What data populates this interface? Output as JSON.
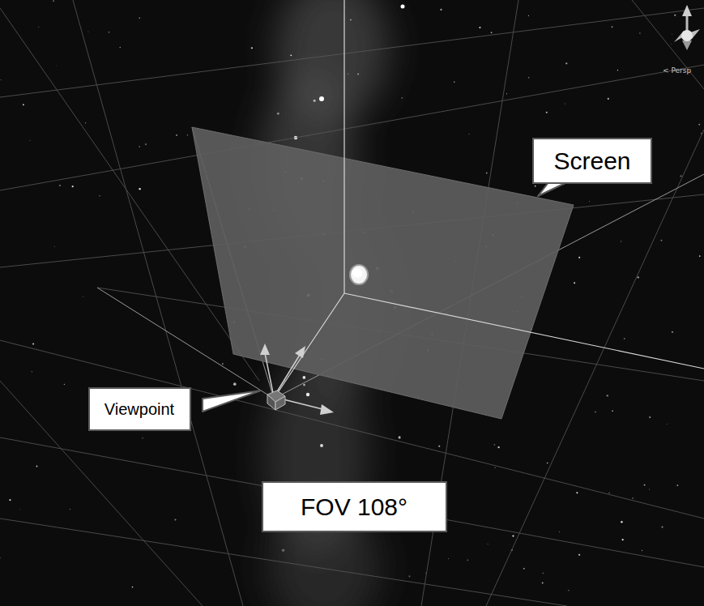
{
  "diagram": {
    "nodes": [
      {
        "text": [
          "Screen"
        ]
      },
      {
        "text": [
          "Viewpoint"
        ]
      },
      {
        "text": [
          "FOV 108°"
        ]
      }
    ],
    "labels": [
      "< Persp"
    ]
  }
}
